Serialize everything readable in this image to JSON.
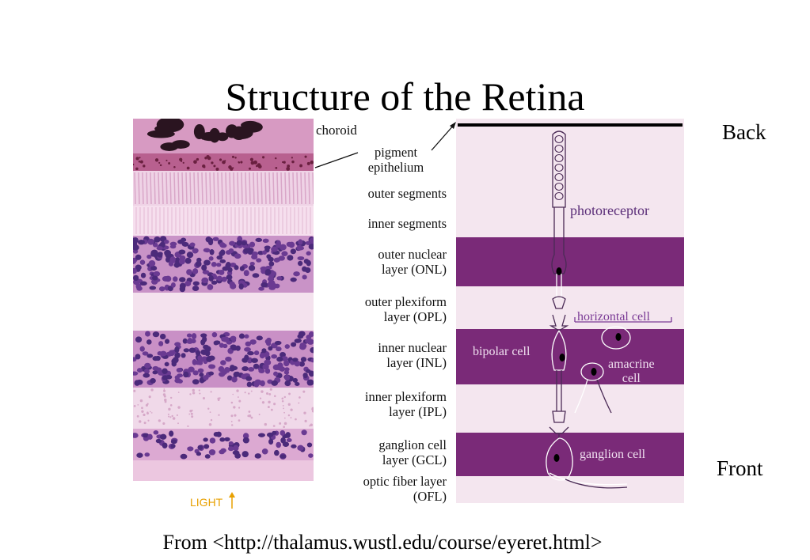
{
  "slide": {
    "title": "Structure of the Retina",
    "back_label": "Back",
    "front_label": "Front",
    "source": "From <http://thalamus.wustl.edu/course/eyeret.html>"
  },
  "labels": {
    "choroid": "choroid",
    "pigment_line1": "pigment",
    "pigment_line2": "epithelium",
    "outer_segments": "outer segments",
    "inner_segments": "inner segments",
    "onl_line1": "outer nuclear",
    "onl_line2": "layer (ONL)",
    "opl_line1": "outer plexiform",
    "opl_line2": "layer (OPL)",
    "inl_line1": "inner nuclear",
    "inl_line2": "layer (INL)",
    "ipl_line1": "inner plexiform",
    "ipl_line2": "layer (IPL)",
    "gcl_line1": "ganglion cell",
    "gcl_line2": "layer (GCL)",
    "ofl_line1": "optic fiber layer",
    "ofl_line2": "(OFL)",
    "light": "LIGHT"
  },
  "cells": {
    "photoreceptor": "photoreceptor",
    "horizontal": "horizontal cell",
    "bipolar": "bipolar cell",
    "amacrine_line1": "amacrine",
    "amacrine_line2": "cell",
    "ganglion": "ganglion cell"
  },
  "colors": {
    "band_light": "#f4e6ef",
    "band_dark": "#7a2a78",
    "stain_pink": "#e8b6d6",
    "stain_nuclei": "#5a2f8a",
    "light_arrow": "#e8a000"
  }
}
